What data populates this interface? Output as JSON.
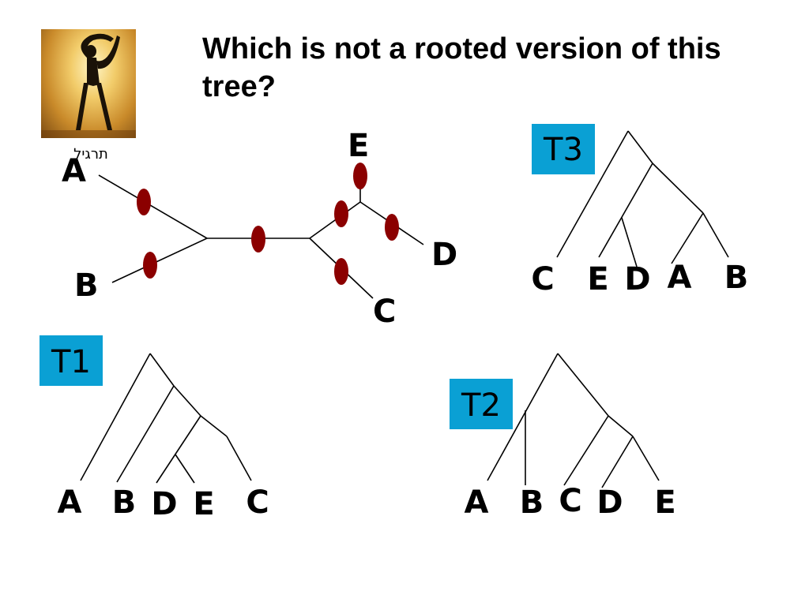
{
  "title": "Which is not a rooted version of this tree?",
  "thumbnail_label": "תרגיל",
  "unrooted_tree": {
    "labels": {
      "A": "A",
      "B": "B",
      "C": "C",
      "D": "D",
      "E": "E"
    }
  },
  "trees": {
    "T1": {
      "name": "T1",
      "leaves": [
        "A",
        "B",
        "D",
        "E",
        "C"
      ]
    },
    "T2": {
      "name": "T2",
      "leaves": [
        "A",
        "B",
        "C",
        "D",
        "E"
      ]
    },
    "T3": {
      "name": "T3",
      "leaves": [
        "C",
        "E",
        "D",
        "A",
        "B"
      ]
    }
  },
  "colors": {
    "label_box": "#0aa0d4",
    "edge_marker": "#8b0000",
    "text": "#000000"
  }
}
